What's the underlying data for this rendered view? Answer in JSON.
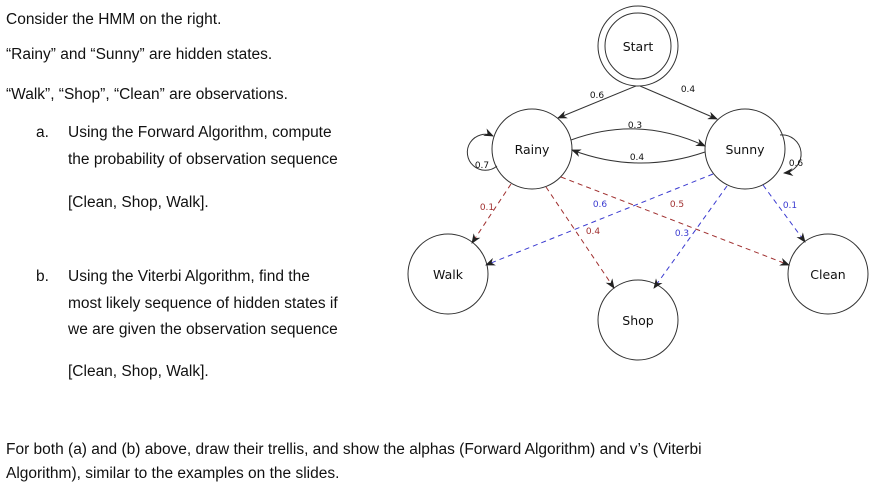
{
  "text": {
    "l1": "Consider the HMM on the right.",
    "l2": "“Rainy” and “Sunny” are hidden states.",
    "l3": "“Walk”, “Shop”, “Clean” are observations.",
    "a_marker": "a.",
    "a1": "Using the Forward Algorithm, compute",
    "a2": "the probability of observation sequence",
    "a3": "[Clean, Shop, Walk].",
    "b_marker": "b.",
    "b1": "Using the Viterbi Algorithm, find the",
    "b2": "most likely sequence of hidden states if",
    "b3": "we are given the observation sequence",
    "b4": "[Clean, Shop, Walk].",
    "f1": "For both (a) and (b) above, draw their trellis, and show the alphas (Forward Algorithm) and v’s (Viterbi",
    "f2": "Algorithm), similar to the examples on the slides."
  },
  "diagram": {
    "nodes": {
      "start": "Start",
      "rainy": "Rainy",
      "sunny": "Sunny",
      "walk": "Walk",
      "shop": "Shop",
      "clean": "Clean"
    },
    "start_prob": {
      "rainy": "0.6",
      "sunny": "0.4"
    },
    "transitions": {
      "rainy_rainy": "0.7",
      "rainy_sunny": "0.3",
      "sunny_rainy": "0.4",
      "sunny_sunny": "0.6"
    },
    "emissions": {
      "rainy_walk": "0.1",
      "rainy_shop": "0.4",
      "rainy_clean": "0.5",
      "sunny_walk": "0.6",
      "sunny_shop": "0.3",
      "sunny_clean": "0.1"
    },
    "colors": {
      "rainy_emission": "#a03030",
      "sunny_emission": "#3a3ad0"
    }
  }
}
